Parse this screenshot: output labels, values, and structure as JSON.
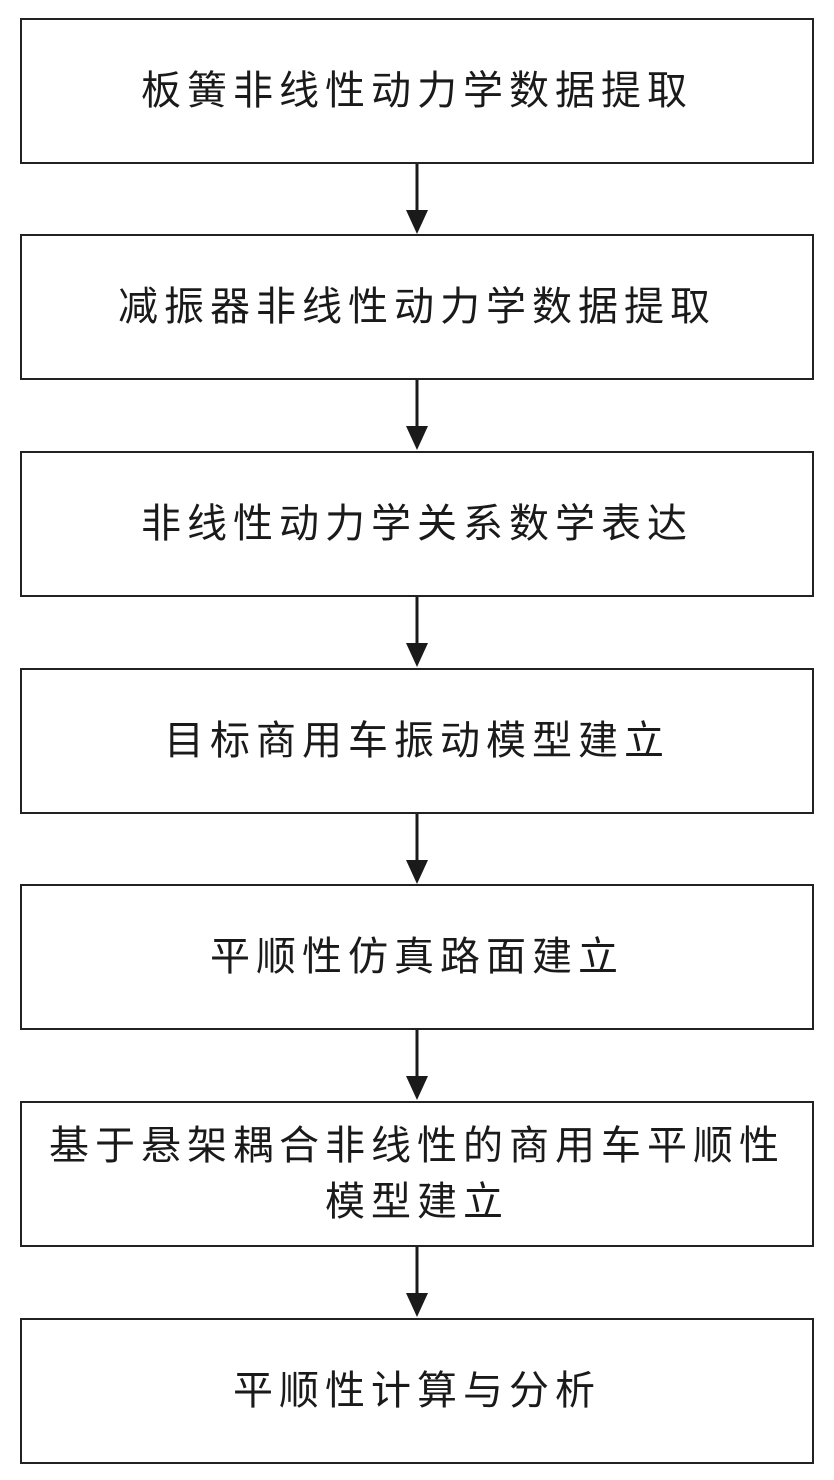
{
  "flowchart": {
    "steps": [
      {
        "label": "板簧非线性动力学数据提取"
      },
      {
        "label": "减振器非线性动力学数据提取"
      },
      {
        "label": "非线性动力学关系数学表达"
      },
      {
        "label": "目标商用车振动模型建立"
      },
      {
        "label": "平顺性仿真路面建立"
      },
      {
        "label": "基于悬架耦合非线性的商用车平顺性模型建立"
      },
      {
        "label": "平顺性计算与分析"
      }
    ],
    "connector": {
      "color": "#1a1a1a",
      "icon": "arrow-down-icon"
    }
  }
}
